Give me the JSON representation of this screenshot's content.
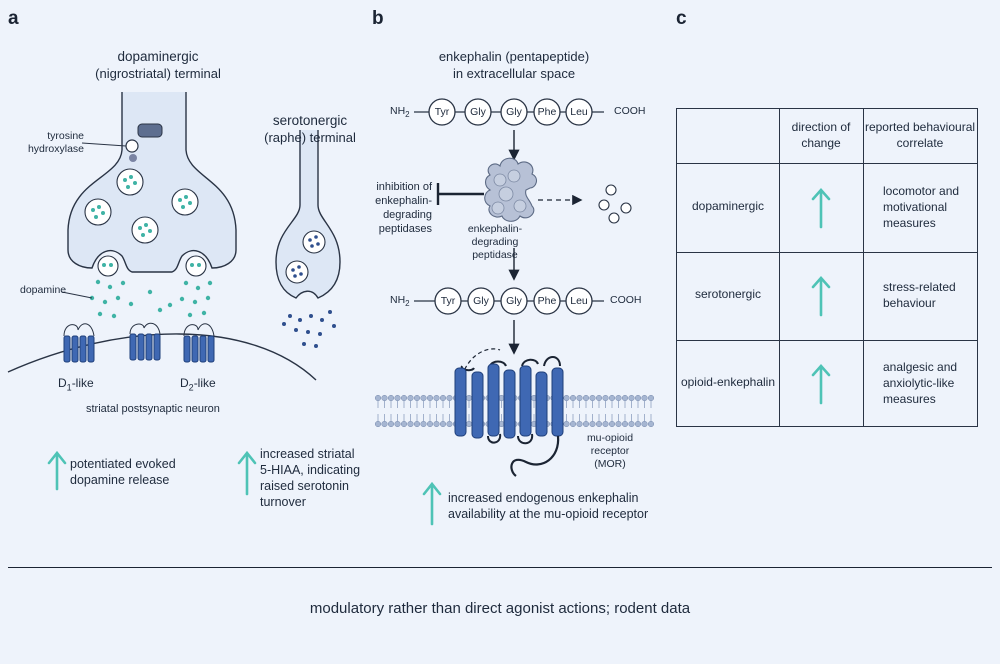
{
  "panels": {
    "a": {
      "letter": "a",
      "dopa_title": "dopaminergic",
      "dopa_subtitle": "(nigrostriatal) terminal",
      "enzyme_label_1": "tyrosine",
      "enzyme_label_2": "hydroxylase",
      "dopamine_label": "dopamine",
      "sero_title": "serotonergic",
      "sero_subtitle": "(raphe) terminal",
      "receptor_d1": "D",
      "receptor_d1_sub": "1",
      "receptor_d1_suffix": "-like",
      "receptor_d2": "D",
      "receptor_d2_sub": "2",
      "receptor_d2_suffix": "-like",
      "neuron_label": "striatal postsynaptic neuron",
      "effect_1_line1": "potentiated evoked",
      "effect_1_line2": "dopamine release",
      "effect_2_line1": "increased striatal",
      "effect_2_line2": "5-HIAA, indicating",
      "effect_2_line3": "raised serotonin",
      "effect_2_line4": "turnover"
    },
    "b": {
      "letter": "b",
      "title": "enkephalin (pentapeptide)",
      "subtitle": "in extracellular space",
      "n_terminus": "NH",
      "n_terminus_sub": "2",
      "c_terminus": "COOH",
      "residues": [
        "Tyr",
        "Gly",
        "Gly",
        "Phe",
        "Leu"
      ],
      "inhibition_line1": "inhibition of",
      "inhibition_line2": "enkephalin-",
      "inhibition_line3": "degrading",
      "inhibition_line4": "peptidases",
      "enzyme_line1": "enkephalin-",
      "enzyme_line2": "degrading",
      "enzyme_line3": "peptidase",
      "receptor_line1": "mu-opioid",
      "receptor_line2": "receptor",
      "receptor_line3": "(MOR)",
      "effect_line1": "increased endogenous enkephalin",
      "effect_line2": "availability at the mu-opioid receptor"
    },
    "c": {
      "letter": "c",
      "header_direction_1": "direction of",
      "header_direction_2": "change",
      "header_correlate_1": "reported behavioural",
      "header_correlate_2": "correlate",
      "rows": [
        {
          "system": "dopaminergic",
          "direction": "up",
          "correlate_1": "locomotor and",
          "correlate_2": "motivational",
          "correlate_3": "measures"
        },
        {
          "system": "serotonergic",
          "direction": "up",
          "correlate_1": "stress-related",
          "correlate_2": "behaviour",
          "correlate_3": ""
        },
        {
          "system": "opioid-enkephalin",
          "direction": "up",
          "correlate_1": "analgesic and",
          "correlate_2": "anxiolytic-like",
          "correlate_3": "measures"
        }
      ]
    }
  },
  "caption": "modulatory rather than direct agonist actions; rodent data",
  "colors": {
    "background": "#eef3fb",
    "outline": "#2a3445",
    "receptor_blue": "#3f68b3",
    "vesicle_teal": "#3fb3a5",
    "arrow_teal": "#4ec3b6",
    "serotonin_dot": "#2f4f8e"
  }
}
